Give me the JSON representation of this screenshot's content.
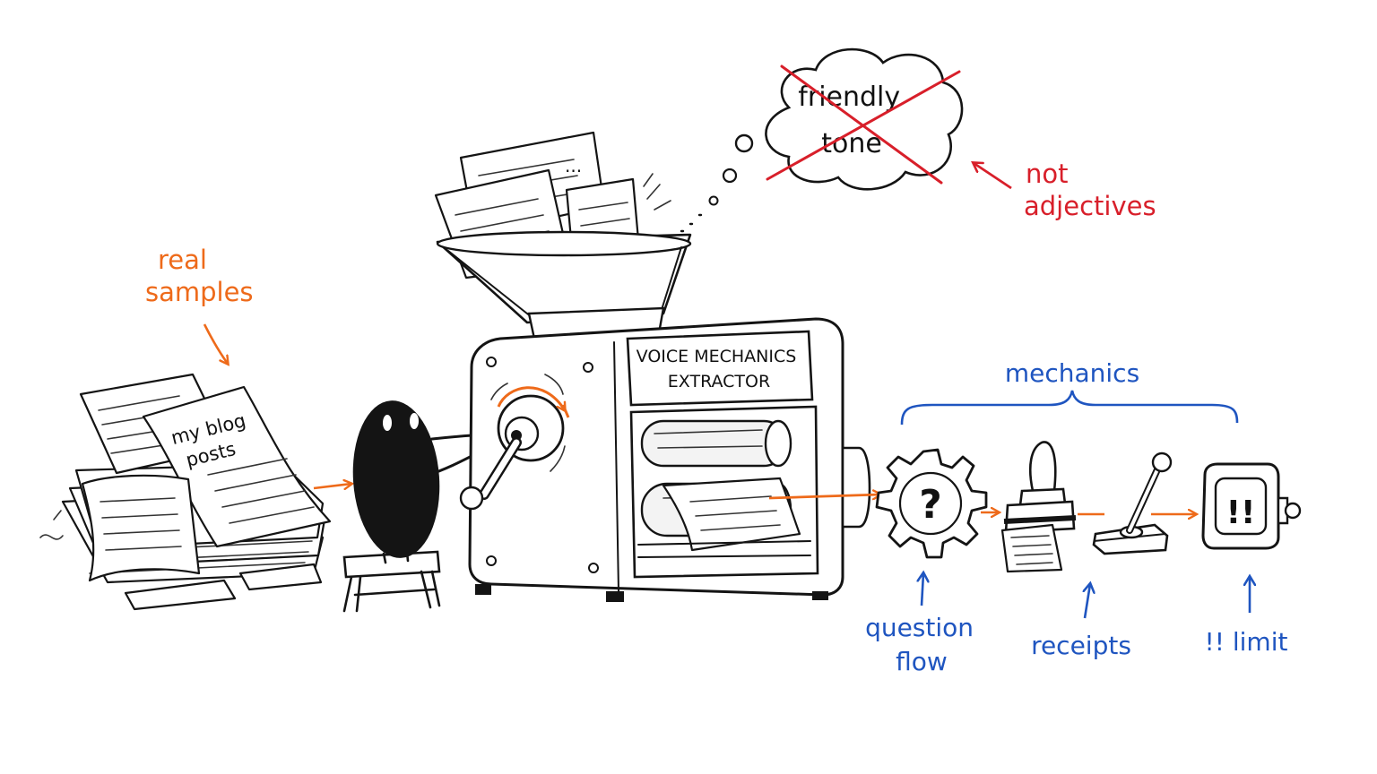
{
  "labels": {
    "real_samples": [
      "real",
      "samples"
    ],
    "my_blog_posts": [
      "my blog",
      "posts"
    ],
    "thought_cloud": [
      "friendly",
      "tone"
    ],
    "not_adjectives": [
      "not",
      "adjectives"
    ],
    "machine_plate": [
      "VOICE MECHANICS",
      "EXTRACTOR"
    ],
    "mechanics": "mechanics",
    "question_flow": [
      "question",
      "flow"
    ],
    "receipts": "receipts",
    "limit": "!! limit",
    "gear_symbol": "?",
    "meter_symbol": "!!",
    "hopper_dots": "..."
  },
  "colors": {
    "orange": "#ee6a1a",
    "red": "#d81f2a",
    "blue": "#1f55c0",
    "ink": "#141414"
  },
  "icons": [
    "paper-stack-icon",
    "figure-icon",
    "stool-icon",
    "machine-icon",
    "hopper-icon",
    "crank-icon",
    "rollers-icon",
    "thought-cloud-icon",
    "gear-icon",
    "stamp-icon",
    "lever-icon",
    "meter-icon"
  ]
}
